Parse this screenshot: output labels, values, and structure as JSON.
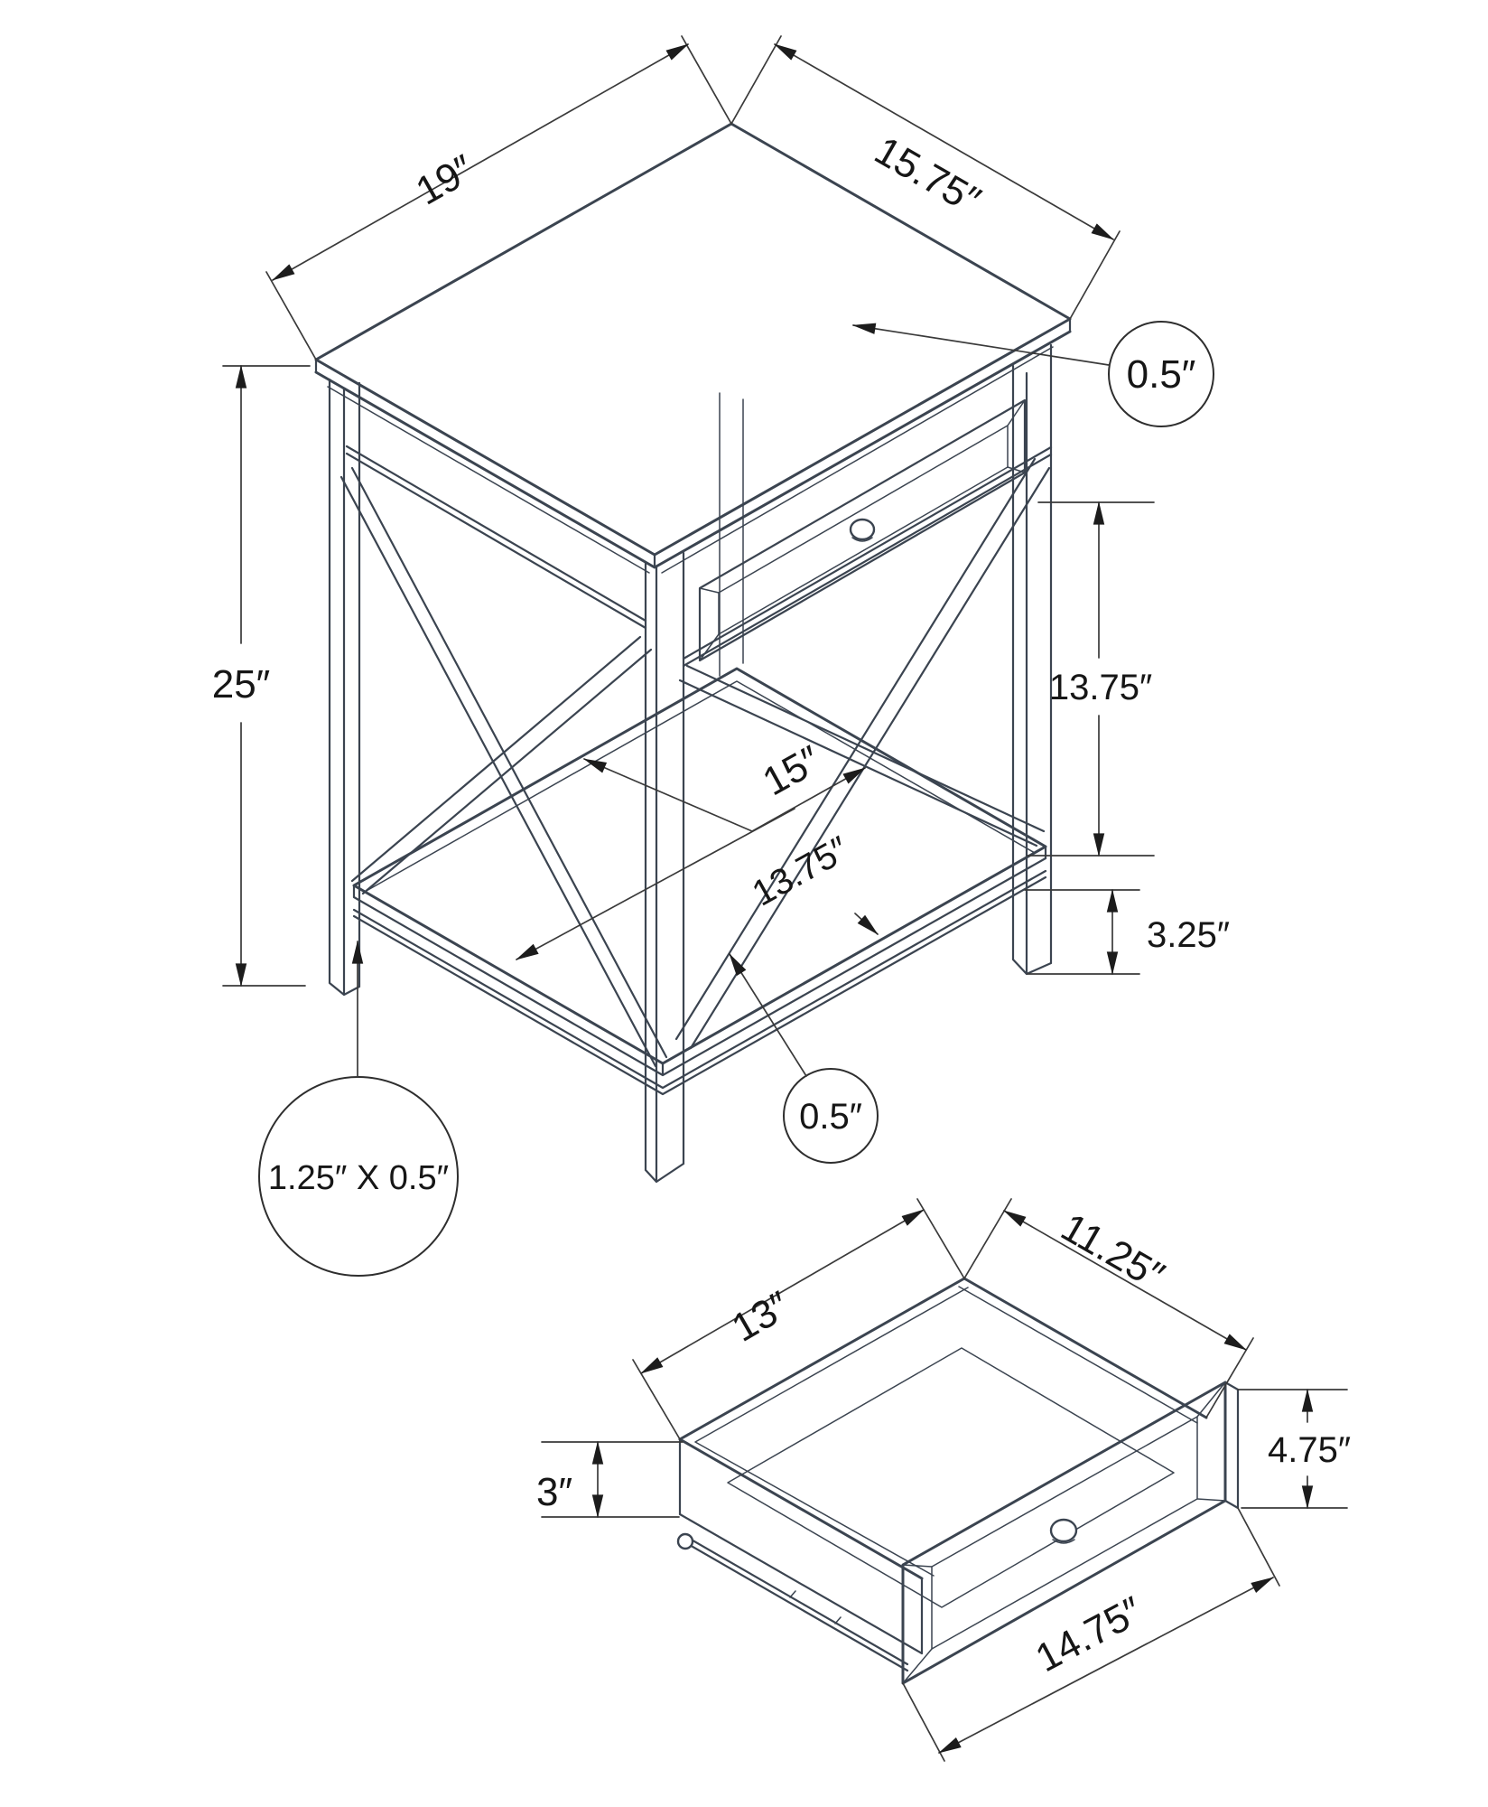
{
  "figure": {
    "type": "furniture-dimension-diagram",
    "background": "#ffffff",
    "line_color": "#3b4450",
    "dimension_color": "#3a3a3a",
    "text_color": "#161616"
  },
  "table_view": {
    "name": "accent-table-isometric-view",
    "dims": {
      "top_depth": "19″",
      "top_width": "15.75″",
      "top_thickness": "0.5″",
      "overall_height": "25″",
      "drawer_to_shelf": "13.75″",
      "brace_span": "15″",
      "shelf_depth": "13.75″",
      "shelf_bottom_height": "3.25″",
      "shelf_thickness": "0.5″",
      "leg_profile": "1.25″ X 0.5″"
    }
  },
  "drawer_view": {
    "name": "drawer-detail-view",
    "dims": {
      "box_depth": "13″",
      "box_width": "11.25″",
      "side_height": "3″",
      "front_height": "4.75″",
      "front_width": "14.75″"
    }
  }
}
